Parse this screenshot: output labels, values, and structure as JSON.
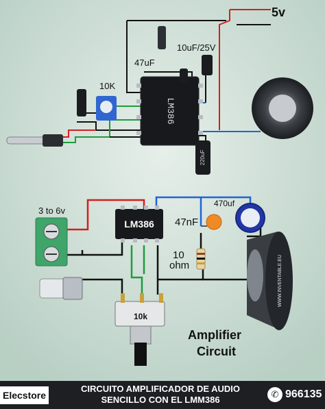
{
  "top_diagram": {
    "supply_label": "5v",
    "capacitor_top_label": "47uF",
    "capacitor_right_label": "10uF/25V",
    "pot_label": "10K",
    "chip_marking": "LM386",
    "capacitor_bottom_label": "220uF"
  },
  "bottom_diagram": {
    "supply_label": "3 to 6v",
    "chip_label": "LM386",
    "cap_small_label": "47nF",
    "cap_large_label": "470uf",
    "resistor_value": "10",
    "resistor_unit": "ohm",
    "pot_label": "10k",
    "title_line1": "Amplifier",
    "title_line2": "Circuit",
    "speaker_marking": "WWW.INVENTABLE.EU"
  },
  "footer": {
    "brand": "Elecstore",
    "title_line1": "CIRCUITO AMPLIFICADOR DE AUDIO",
    "title_line2": "SENCILLO CON EL LMM386",
    "whatsapp_icon": "whatsapp-icon",
    "phone": "966135"
  },
  "colors": {
    "wire_red": "#d21f1f",
    "wire_black": "#111111",
    "wire_blue": "#1f63d6",
    "wire_green": "#1e9b3c",
    "terminal_green": "#3fa56a",
    "cap_orange": "#f08a24",
    "cap_blue": "#2236a8"
  }
}
